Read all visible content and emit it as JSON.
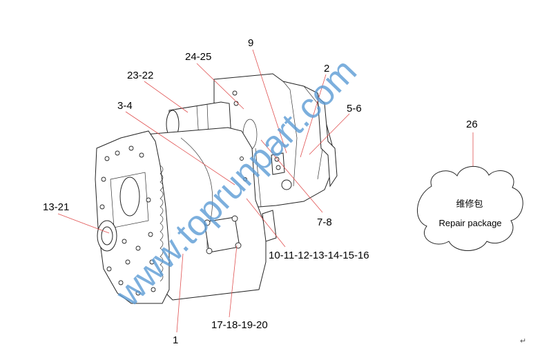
{
  "diagram": {
    "callouts": [
      {
        "id": "c1",
        "label": "24-25"
      },
      {
        "id": "c2",
        "label": "23-22"
      },
      {
        "id": "c3",
        "label": "3-4"
      },
      {
        "id": "c4",
        "label": "9"
      },
      {
        "id": "c5",
        "label": "2"
      },
      {
        "id": "c6",
        "label": "5-6"
      },
      {
        "id": "c7",
        "label": "7-8"
      },
      {
        "id": "c8",
        "label": "10-11-12-13-14-15-16"
      },
      {
        "id": "c9",
        "label": "17-18-19-20"
      },
      {
        "id": "c10",
        "label": "1"
      },
      {
        "id": "c11",
        "label": "13-21"
      },
      {
        "id": "c12",
        "label": "26"
      }
    ],
    "repair_package": {
      "title_cn": "维修包",
      "title_en": "Repair package"
    },
    "watermark": "www.toprunpart.com",
    "return_mark": "↵",
    "colors": {
      "leader": "#e05050",
      "watermark": "#5b9bd5",
      "line": "#222222"
    }
  }
}
